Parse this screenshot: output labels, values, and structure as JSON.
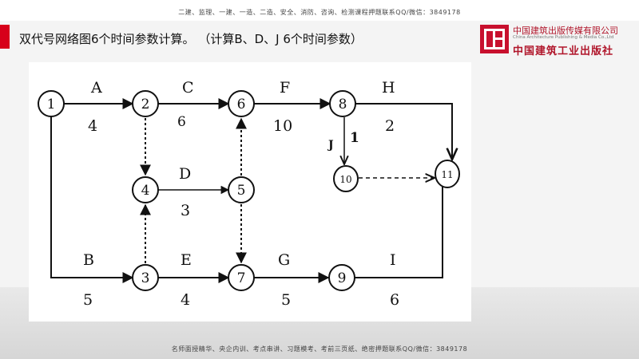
{
  "header": {
    "banner": "二建、监理、一建、一造、二造、安全、消防、咨询、检测课程押题联系QQ/微信：3849178",
    "title": "双代号网络图6个时间参数计算。 （计算B、D、J 6个时间参数）"
  },
  "publisher": {
    "name_cn": "中国建筑出版传媒有限公司",
    "name_en": "China Architecture Publishing & Media Co.,Ltd",
    "brand": "中国建筑工业出版社"
  },
  "footer": {
    "banner": "名师面授精华、央企内训、考点串讲、习题模考、考前三页纸、绝密押题联系QQ/微信：3849178"
  },
  "diagram": {
    "nodes": [
      {
        "id": "1"
      },
      {
        "id": "2"
      },
      {
        "id": "3"
      },
      {
        "id": "4"
      },
      {
        "id": "5"
      },
      {
        "id": "6"
      },
      {
        "id": "7"
      },
      {
        "id": "8"
      },
      {
        "id": "9"
      },
      {
        "id": "10"
      },
      {
        "id": "11"
      }
    ],
    "activities": [
      {
        "name": "A",
        "duration": "4",
        "from": "1",
        "to": "2"
      },
      {
        "name": "C",
        "duration": "6",
        "from": "2",
        "to": "6"
      },
      {
        "name": "F",
        "duration": "10",
        "from": "6",
        "to": "8"
      },
      {
        "name": "H",
        "duration": "2",
        "from": "8",
        "to": "11"
      },
      {
        "name": "D",
        "duration": "3",
        "from": "4",
        "to": "5"
      },
      {
        "name": "J",
        "duration": "1",
        "from": "8",
        "to": "10"
      },
      {
        "name": "B",
        "duration": "5",
        "from": "1",
        "to": "3"
      },
      {
        "name": "E",
        "duration": "4",
        "from": "3",
        "to": "7"
      },
      {
        "name": "G",
        "duration": "5",
        "from": "7",
        "to": "9"
      },
      {
        "name": "I",
        "duration": "6",
        "from": "9",
        "to": "11"
      }
    ],
    "dummies": [
      {
        "from": "2",
        "to": "4"
      },
      {
        "from": "3",
        "to": "4"
      },
      {
        "from": "5",
        "to": "6"
      },
      {
        "from": "5",
        "to": "7"
      },
      {
        "from": "10",
        "to": "11"
      }
    ]
  }
}
